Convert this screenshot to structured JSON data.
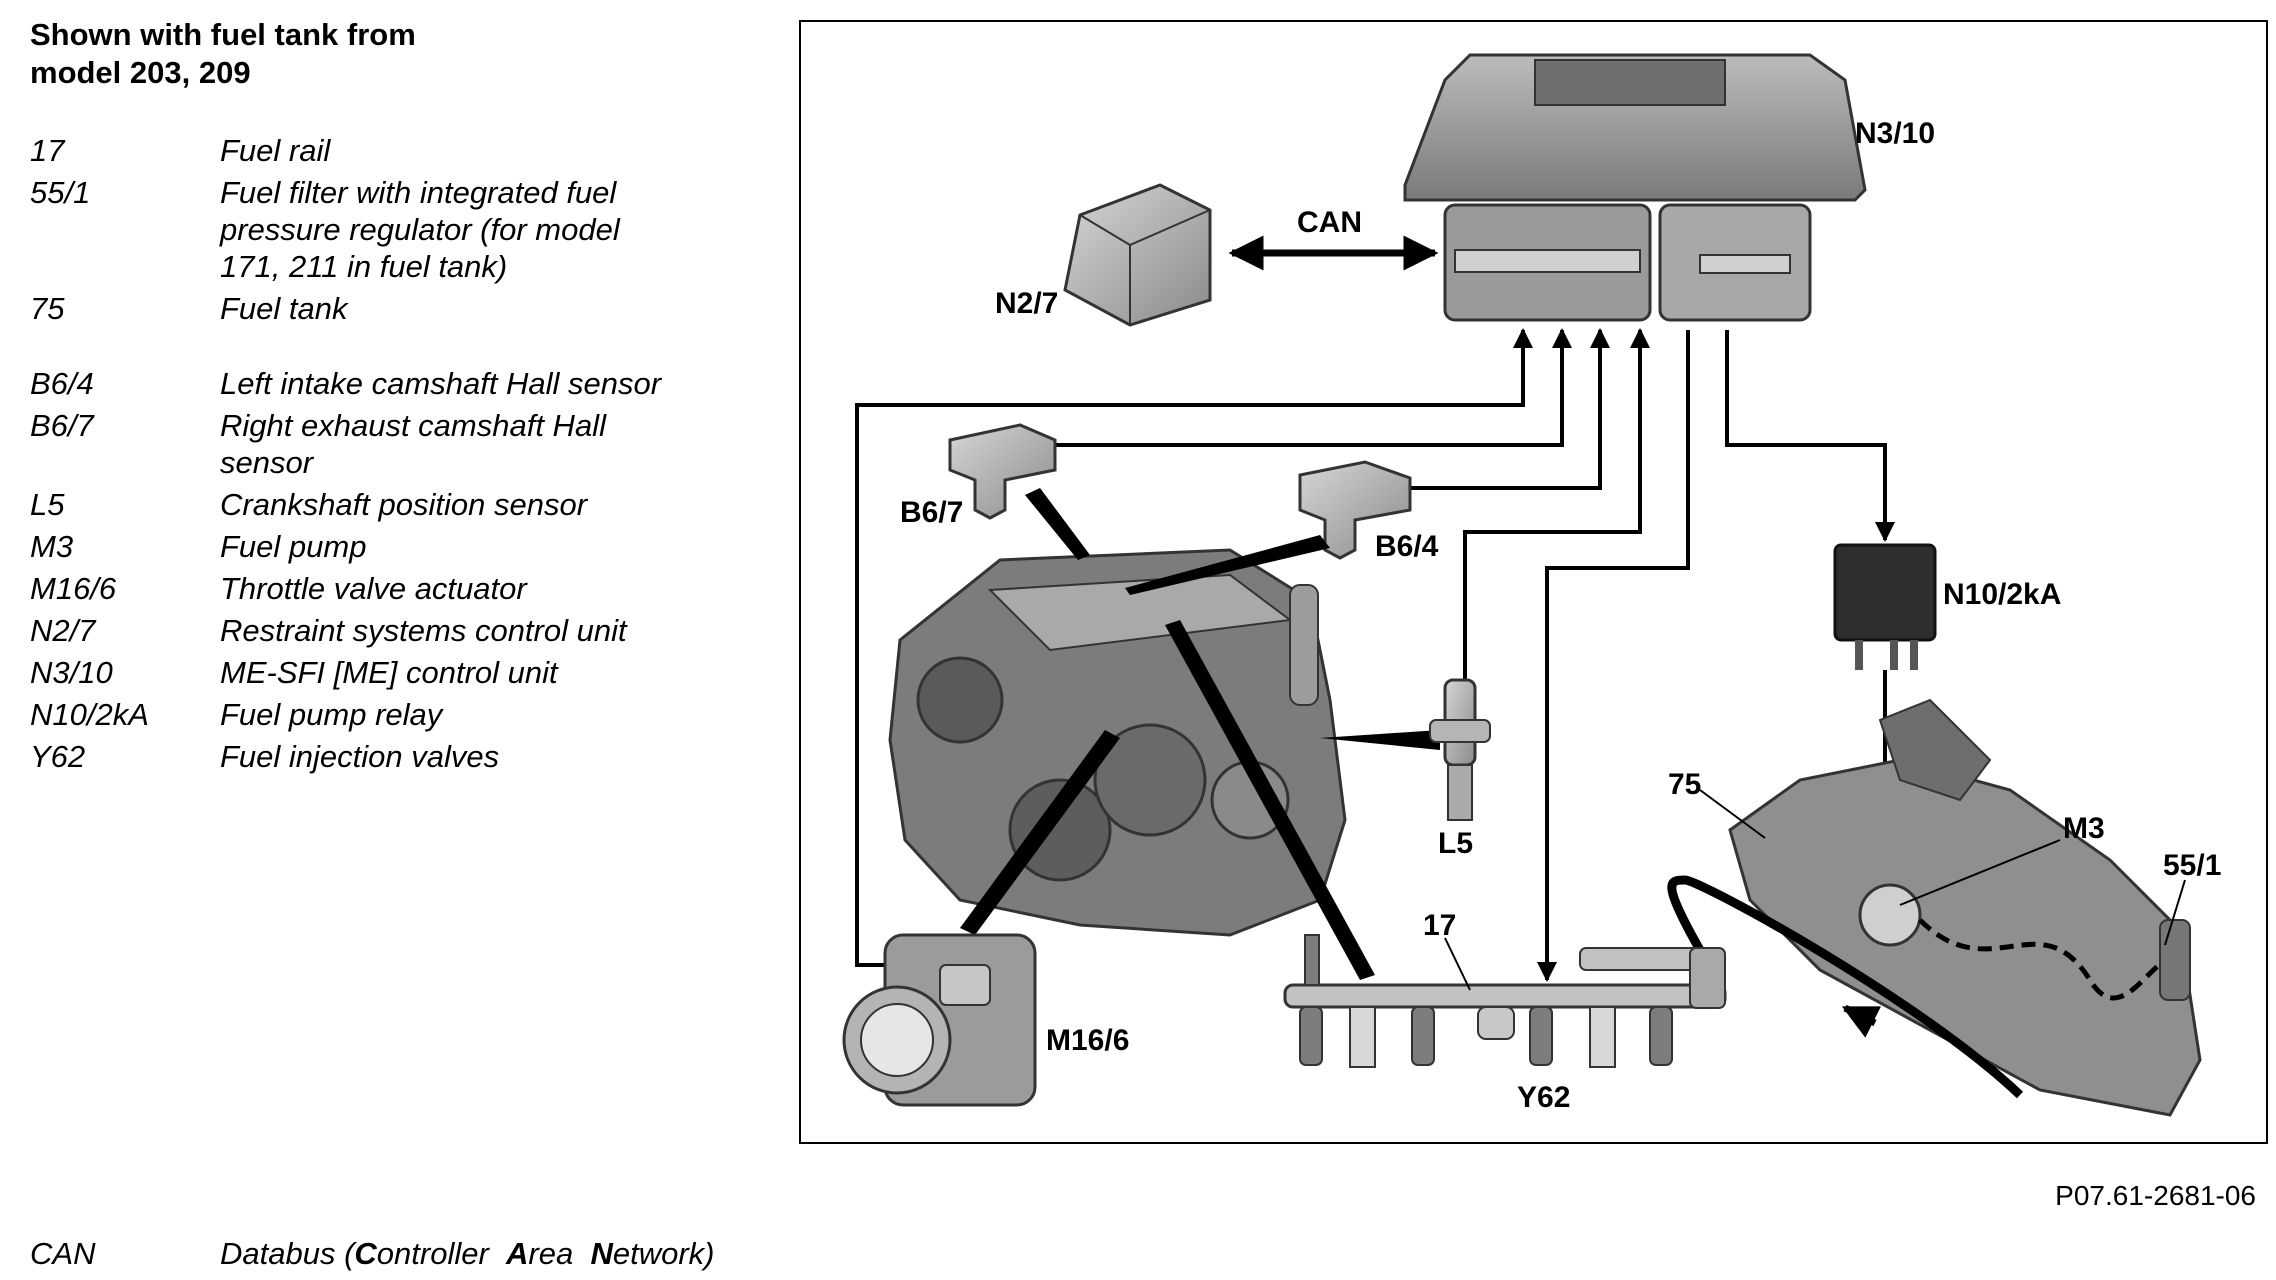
{
  "title": {
    "line1": "Shown with fuel tank from",
    "line2": "model 203, 209"
  },
  "legend": [
    {
      "code": "17",
      "desc": "Fuel rail"
    },
    {
      "code": "55/1",
      "desc": "Fuel filter with integrated fuel pressure regulator (for model 171, 211 in fuel tank)"
    },
    {
      "code": "75",
      "desc": "Fuel tank"
    },
    {
      "code": "B6/4",
      "desc": "Left intake camshaft Hall sensor"
    },
    {
      "code": "B6/7",
      "desc": "Right exhaust camshaft Hall sensor"
    },
    {
      "code": "L5",
      "desc": "Crankshaft position sensor"
    },
    {
      "code": "M3",
      "desc": "Fuel pump"
    },
    {
      "code": "M16/6",
      "desc": "Throttle valve actuator"
    },
    {
      "code": "N2/7",
      "desc": "Restraint systems control unit"
    },
    {
      "code": "N3/10",
      "desc": "ME-SFI [ME] control unit"
    },
    {
      "code": "N10/2kA",
      "desc": "Fuel pump relay"
    },
    {
      "code": "Y62",
      "desc": "Fuel injection valves"
    }
  ],
  "diagram_labels": {
    "n3_10": "N3/10",
    "can": "CAN",
    "n2_7": "N2/7",
    "b6_7": "B6/7",
    "b6_4": "B6/4",
    "n10_2ka": "N10/2kA",
    "l5": "L5",
    "l75": "75",
    "m3": "M3",
    "l55_1": "55/1",
    "l17": "17",
    "m16_6": "M16/6",
    "y62": "Y62"
  },
  "figure_id": "P07.61-2681-06",
  "footer": {
    "code": "CAN",
    "desc_prefix": "Databus (",
    "c": "C",
    "ontroller": "ontroller  ",
    "a": "A",
    "rea": "rea  ",
    "n": "N",
    "etwork": "etwork)"
  }
}
